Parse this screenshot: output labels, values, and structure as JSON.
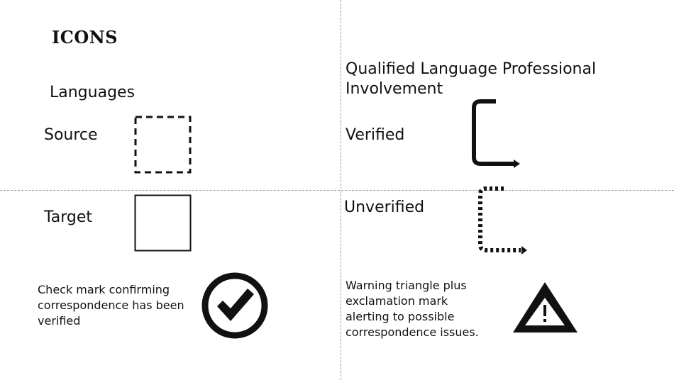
{
  "title": "ICONS",
  "languages": {
    "heading": "Languages",
    "source_label": "Source",
    "target_label": "Target",
    "check_description": "Check mark confirming correspondence has been verified"
  },
  "qualified": {
    "heading_line1": "Qualified Language Professional",
    "heading_line2": "Involvement",
    "verified_label": "Verified",
    "unverified_label": "Unverified",
    "warning_description_lines": [
      "Warning triangle plus",
      "exclamation mark",
      "alerting to possible",
      "correspondence issues."
    ]
  },
  "icons": {
    "source": "dashed-square-icon",
    "target": "solid-square-icon",
    "check": "check-circle-icon",
    "verified": "solid-bent-arrow-icon",
    "unverified": "dotted-bent-arrow-icon",
    "warning": "warning-triangle-icon"
  },
  "colors": {
    "ink": "#111111",
    "divider": "#9a9a9a"
  }
}
